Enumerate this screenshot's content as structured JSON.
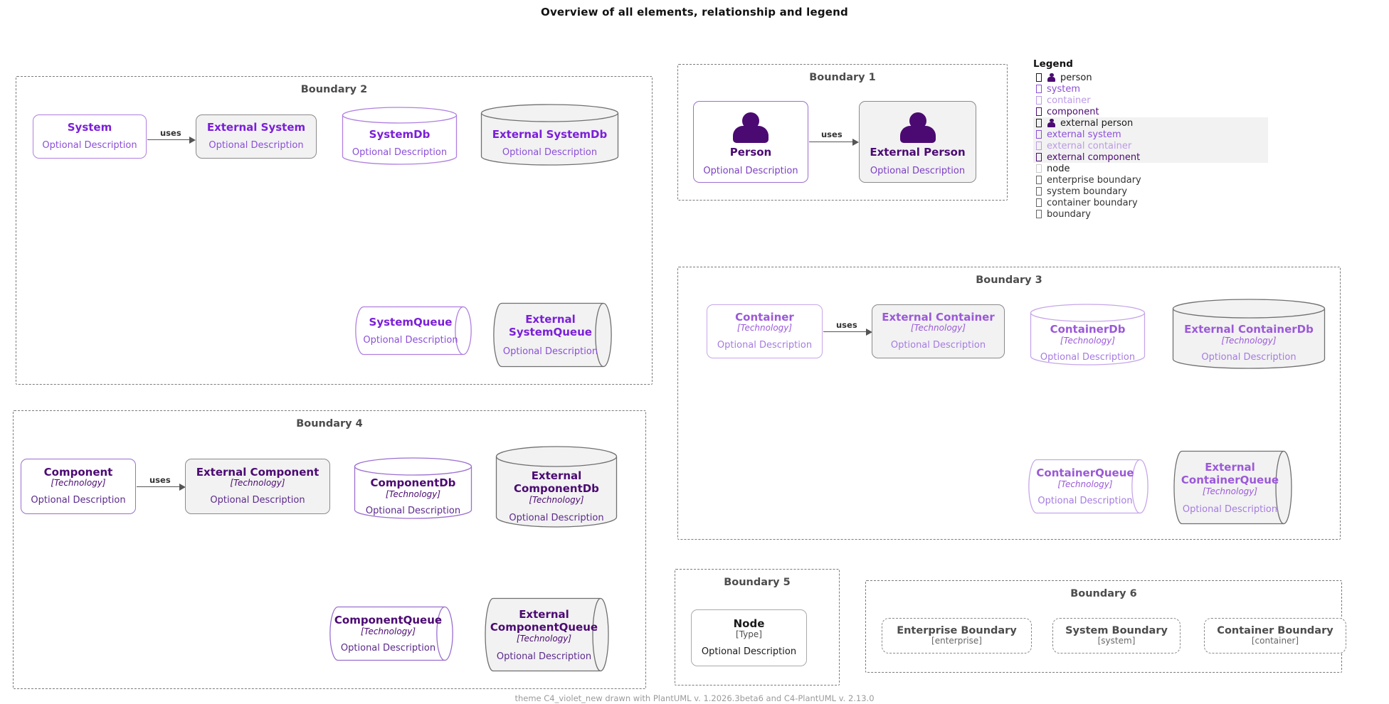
{
  "title": "Overview of all elements, relationship and legend",
  "footer": "theme C4_violet_new drawn with PlantUML v. 1.2026.3beta6 and C4-PlantUML v. 2.13.0",
  "common": {
    "description": "Optional Description",
    "technology": "[Technology]",
    "uses": "uses"
  },
  "boundaries": {
    "b1": "Boundary 1",
    "b2": "Boundary 2",
    "b3": "Boundary 3",
    "b4": "Boundary 4",
    "b5": "Boundary 5",
    "b6": "Boundary 6"
  },
  "elements": {
    "system": {
      "name": "System",
      "desc": "Optional Description"
    },
    "external_system": {
      "name": "External System",
      "desc": "Optional Description"
    },
    "system_db": {
      "name": "SystemDb",
      "desc": "Optional Description"
    },
    "external_system_db": {
      "name": "External SystemDb",
      "desc": "Optional Description"
    },
    "system_queue": {
      "name": "SystemQueue",
      "desc": "Optional Description"
    },
    "external_system_queue": {
      "name": "External SystemQueue",
      "desc": "Optional Description"
    },
    "person": {
      "name": "Person",
      "desc": "Optional Description"
    },
    "external_person": {
      "name": "External Person",
      "desc": "Optional Description"
    },
    "container": {
      "name": "Container",
      "tech": "[Technology]",
      "desc": "Optional Description"
    },
    "external_container": {
      "name": "External Container",
      "tech": "[Technology]",
      "desc": "Optional Description"
    },
    "container_db": {
      "name": "ContainerDb",
      "tech": "[Technology]",
      "desc": "Optional Description"
    },
    "external_container_db": {
      "name": "External ContainerDb",
      "tech": "[Technology]",
      "desc": "Optional Description"
    },
    "container_queue": {
      "name": "ContainerQueue",
      "tech": "[Technology]",
      "desc": "Optional Description"
    },
    "external_container_queue": {
      "name": "External ContainerQueue",
      "tech": "[Technology]",
      "desc": "Optional Description"
    },
    "component": {
      "name": "Component",
      "tech": "[Technology]",
      "desc": "Optional Description"
    },
    "external_component": {
      "name": "External Component",
      "tech": "[Technology]",
      "desc": "Optional Description"
    },
    "component_db": {
      "name": "ComponentDb",
      "tech": "[Technology]",
      "desc": "Optional Description"
    },
    "external_component_db": {
      "name": "External ComponentDb",
      "tech": "[Technology]",
      "desc": "Optional Description"
    },
    "component_queue": {
      "name": "ComponentQueue",
      "tech": "[Technology]",
      "desc": "Optional Description"
    },
    "external_component_queue": {
      "name": "External ComponentQueue",
      "tech": "[Technology]",
      "desc": "Optional Description"
    },
    "node": {
      "name": "Node",
      "tech": "[Type]",
      "desc": "Optional Description"
    },
    "enterprise_boundary": {
      "name": "Enterprise Boundary",
      "tech": "[enterprise]"
    },
    "system_boundary": {
      "name": "System Boundary",
      "tech": "[system]"
    },
    "container_boundary": {
      "name": "Container Boundary",
      "tech": "[container]"
    }
  },
  "legend": {
    "title": "Legend",
    "items": [
      {
        "label": "person",
        "icon": "person-icon",
        "external": false,
        "theme": "l-person"
      },
      {
        "label": "system",
        "icon": "box-glyph",
        "external": false,
        "theme": "l-system"
      },
      {
        "label": "container",
        "icon": "box-glyph",
        "external": false,
        "theme": "l-container"
      },
      {
        "label": "component",
        "icon": "box-glyph",
        "external": false,
        "theme": "l-component"
      },
      {
        "label": "external person",
        "icon": "person-icon",
        "external": true,
        "theme": "l-person"
      },
      {
        "label": "external system",
        "icon": "box-glyph",
        "external": true,
        "theme": "l-system"
      },
      {
        "label": "external container",
        "icon": "box-glyph",
        "external": true,
        "theme": "l-container"
      },
      {
        "label": "external component",
        "icon": "box-glyph",
        "external": true,
        "theme": "l-component"
      },
      {
        "label": "node",
        "icon": "box-glyph",
        "external": false,
        "theme": "l-node"
      },
      {
        "label": "enterprise boundary",
        "icon": "box-glyph",
        "external": false,
        "theme": "l-boundary"
      },
      {
        "label": "system boundary",
        "icon": "box-glyph",
        "external": false,
        "theme": "l-boundary"
      },
      {
        "label": "container boundary",
        "icon": "box-glyph",
        "external": false,
        "theme": "l-boundary"
      },
      {
        "label": "boundary",
        "icon": "box-glyph",
        "external": false,
        "theme": "l-boundary"
      }
    ]
  },
  "colors": {
    "person_fill": "#4B0A72",
    "system_text": "#7B1FD8",
    "container_text": "#9B59D8",
    "component_text": "#4B0A72",
    "external_bg": "#F2F2F2",
    "boundary_stroke": "#7A7A7A"
  }
}
